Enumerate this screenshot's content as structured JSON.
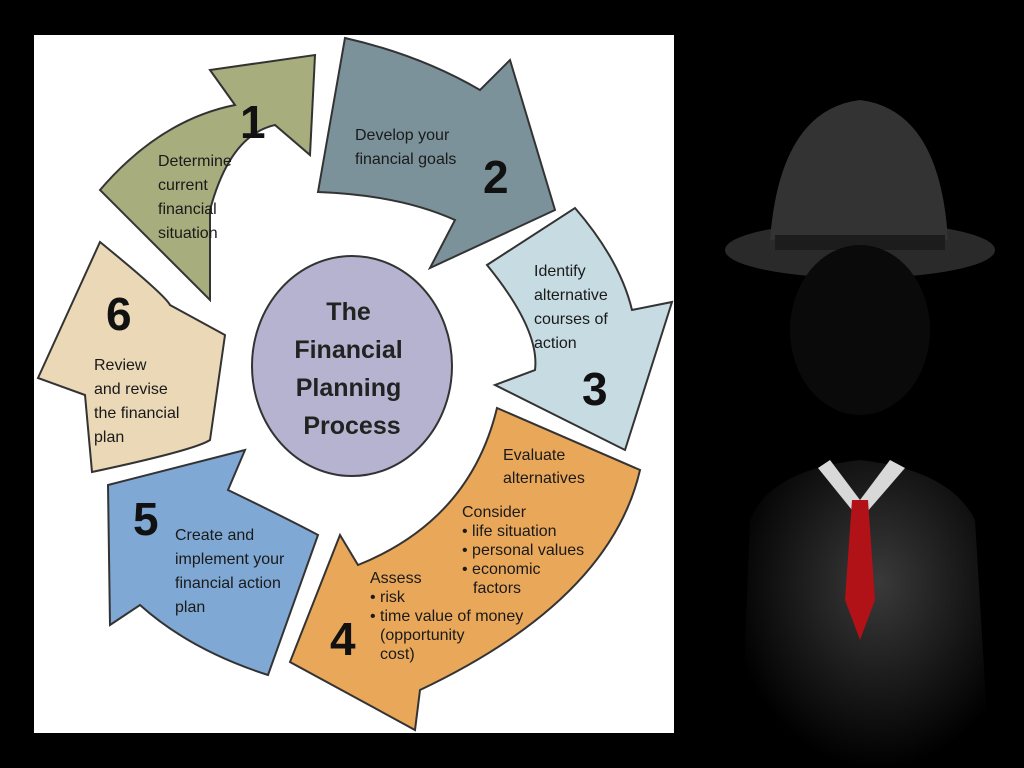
{
  "diagram": {
    "center_lines": [
      "The",
      "Financial",
      "Planning",
      "Process"
    ],
    "steps": [
      {
        "number": "1",
        "color": "#a7ad7c",
        "lines": [
          "Determine",
          "current",
          "financial",
          "situation"
        ]
      },
      {
        "number": "2",
        "color": "#7b929a",
        "lines": [
          "Develop your",
          "financial goals"
        ]
      },
      {
        "number": "3",
        "color": "#c6dce2",
        "lines": [
          "Identify",
          "alternative",
          "courses of",
          "action"
        ]
      },
      {
        "number": "4",
        "color": "#e9a75a",
        "heading": [
          "Evaluate",
          "alternatives"
        ],
        "consider": [
          "Consider",
          "• life situation",
          "• personal values",
          "• economic",
          "factors"
        ],
        "assess": [
          "Assess",
          "• risk",
          "• time value of money",
          "(opportunity",
          "cost)"
        ]
      },
      {
        "number": "5",
        "color": "#7fa9d4",
        "lines": [
          "Create and",
          "implement your",
          "financial action",
          "plan"
        ]
      },
      {
        "number": "6",
        "color": "#ead8b6",
        "lines": [
          "Review",
          "and revise",
          "the financial",
          "plan"
        ]
      }
    ],
    "center_color": "#b6b3d0"
  }
}
